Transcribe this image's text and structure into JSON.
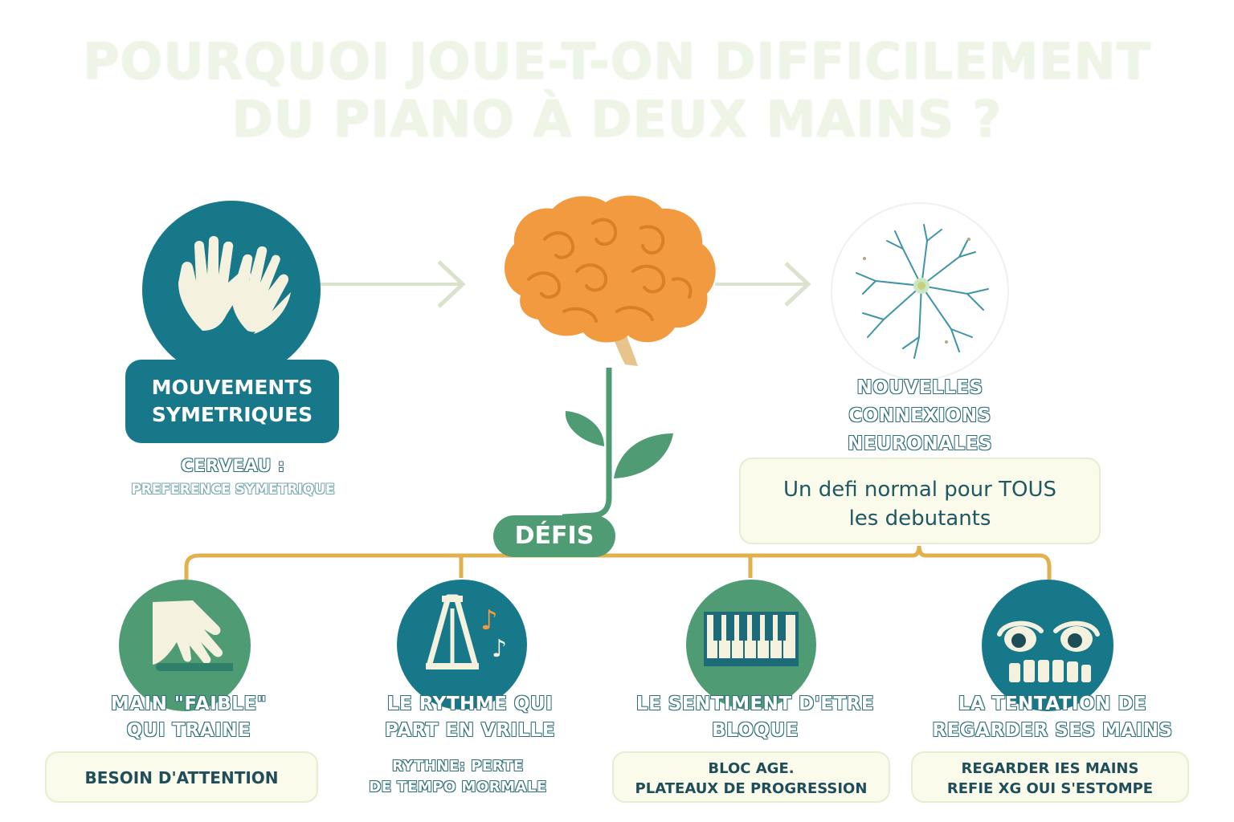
{
  "title": {
    "line1": "POURQUOI JOUE-T-ON DIFFICILEMENT",
    "line2": "DU PIANO À DEUX MAINS ?"
  },
  "left_panel": {
    "badge_line1": "MOUVEMENTS",
    "badge_line2": "SYMETRIQUES",
    "caption_line1": "CERVEAU :",
    "caption_line2": "PREFERENCE SYMETRIQUE"
  },
  "right_panel": {
    "caption_line1": "NOUVELLES",
    "caption_line2": "CONNEXIONS",
    "caption_line3": "NEURONALES",
    "box_line1": "Un defi normal pour TOUS",
    "box_line2": "les debutants"
  },
  "center": {
    "pill_label": "DÉFIS"
  },
  "challenges": [
    {
      "title_line1": "MAIN \"FAIBLE\"",
      "title_line2": "QUI TRAINE",
      "box_line1": "BESOIN D'ATTENTION",
      "box_line2": ""
    },
    {
      "title_line1": "LE RYTHME QUI",
      "title_line2": "PART EN VRILLE",
      "box_line1": "RYTHNE: PERTE",
      "box_line2": "DE TEMPO MORMALE"
    },
    {
      "title_line1": "LE SENTIMENT D'ETRE",
      "title_line2": "BLOQUE",
      "box_line1": "BLOC AGE.",
      "box_line2": "PLATEAUX DE PROGRESSION"
    },
    {
      "title_line1": "LA TENTATION DE",
      "title_line2": "REGARDER SES MAINS",
      "box_line1": "REGARDER IES MAINS",
      "box_line2": "REFIE XG OUI S'ESTOMPE"
    }
  ],
  "icons": {
    "hands": "hands-icon",
    "brain": "brain-icon",
    "neuron": "neuron-icon",
    "sprout": "sprout-icon",
    "hand": "hand-icon",
    "metronome": "metronome-icon",
    "keyboard": "piano-keyboard-icon",
    "eyes": "eyes-icon"
  },
  "colors": {
    "teal": "#17788a",
    "green": "#4e9b74",
    "orange": "#f29a3f",
    "gold": "#e0b14c",
    "cream": "#fbfbeb"
  }
}
